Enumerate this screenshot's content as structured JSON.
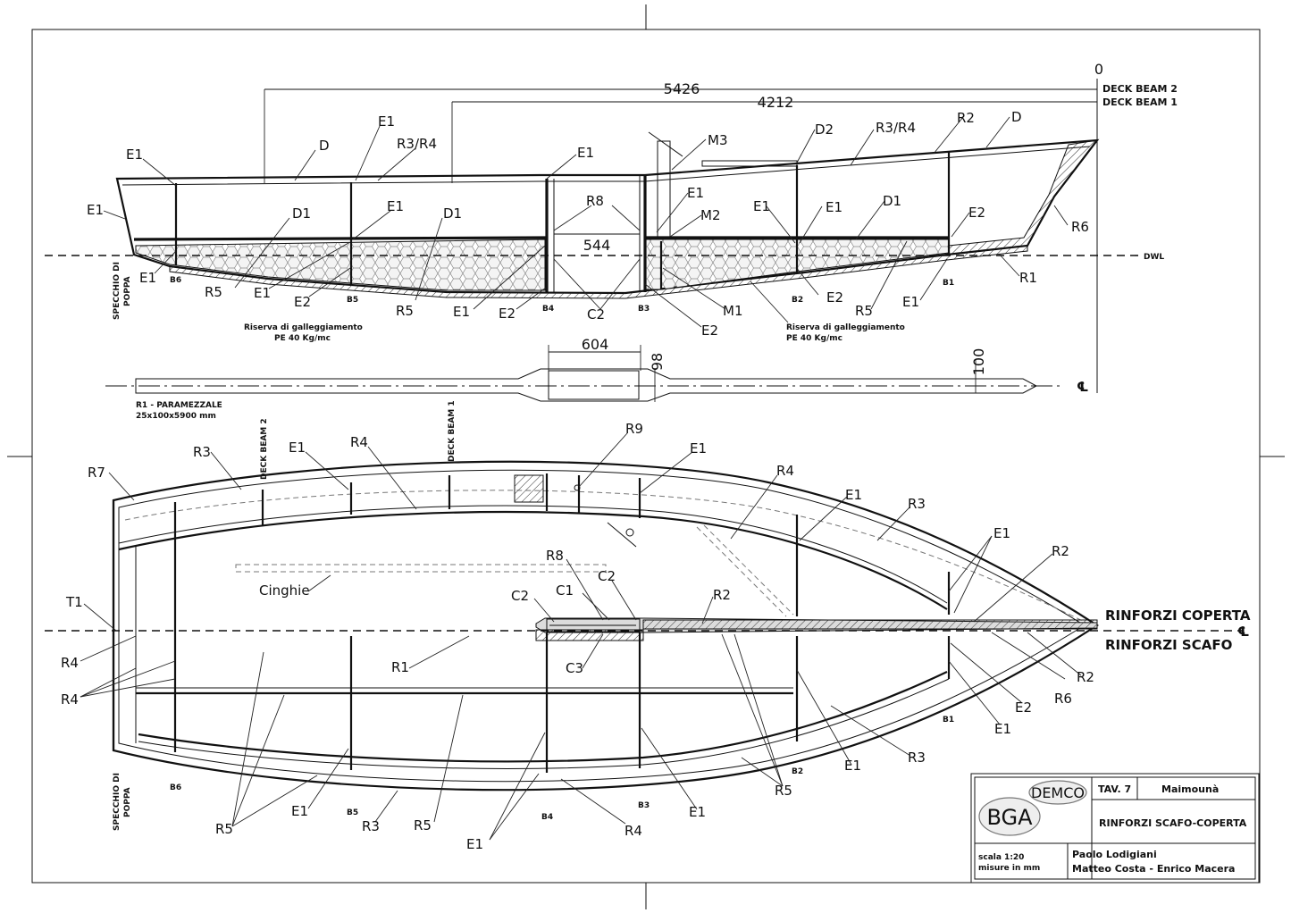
{
  "sheet": {
    "tav": "TAV. 7",
    "boat": "Maimounà",
    "title": "RINFORZI SCAFO-COPERTA",
    "scale": "scala 1:20",
    "units": "misure in mm",
    "author": "Paolo Lodigiani",
    "authors2": "Matteo Costa - Enrico Macera",
    "logo_bga": "BGA",
    "logo_demco": "DEMCO"
  },
  "profile": {
    "dim_total": "5426",
    "dim_beam1": "4212",
    "dim_mast": "544",
    "zero": "0",
    "deck_beam_2": "DECK BEAM 2",
    "deck_beam_1": "DECK BEAM 1",
    "dwl": "DWL",
    "transom": [
      "SPECCHIO DI",
      "POPPA"
    ],
    "flotation": [
      "Riserva di galleggiamento",
      "PE 40 Kg/mc"
    ],
    "labels": {
      "E1": "E1",
      "E2": "E2",
      "D": "D",
      "D1": "D1",
      "D2": "D2",
      "R1": "R1",
      "R2": "R2",
      "R3R4": "R3/R4",
      "R5": "R5",
      "R6": "R6",
      "R8": "R8",
      "M1": "M1",
      "M2": "M2",
      "M3": "M3",
      "C2": "C2",
      "B1": "B1",
      "B2": "B2",
      "B3": "B3",
      "B4": "B4",
      "B5": "B5",
      "B6": "B6"
    }
  },
  "keelson": {
    "dim_604": "604",
    "dim_98": "98",
    "dim_100": "100",
    "cl": "℄",
    "name": "R1 - PARAMEZZALE",
    "size": "25x100x5900 mm"
  },
  "plan": {
    "deck_beam_2": "DECK BEAM 2",
    "deck_beam_1": "DECK BEAM 1",
    "cinghie": "Cinghie",
    "rinforzi_coperta": "RINFORZI COPERTA",
    "rinforzi_scafo": "RINFORZI SCAFO",
    "cl": "℄",
    "labels": {
      "R1": "R1",
      "R2": "R2",
      "R3": "R3",
      "R4": "R4",
      "R5": "R5",
      "R6": "R6",
      "R7": "R7",
      "R8": "R8",
      "R9": "R9",
      "T1": "T1",
      "E1": "E1",
      "E2": "E2",
      "C1": "C1",
      "C2": "C2",
      "C3": "C3"
    }
  }
}
